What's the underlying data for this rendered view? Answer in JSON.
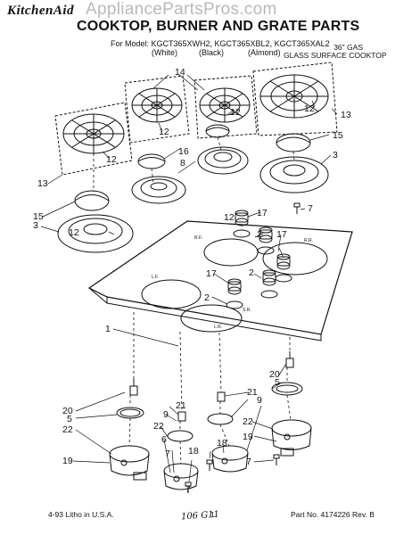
{
  "header": {
    "brand": "KitchenAid",
    "watermark": "AppliancePartsPros.com",
    "title": "COOKTOP, BURNER AND GRATE PARTS",
    "model_line": "For Model: KGCT365XWH2, KGCT365XBL2, KGCT365XAL2",
    "color_white": "(White)",
    "color_black": "(Black)",
    "color_almond": "(Almond)",
    "size": "36\" GAS",
    "description": "GLASS SURFACE COOKTOP"
  },
  "callouts": {
    "c14": "14",
    "c12": "12",
    "c13": "13",
    "c16": "16",
    "c15": "15",
    "c8": "8",
    "c3": "3",
    "c7": "7",
    "c17": "17",
    "c2": "2",
    "c1": "1",
    "c20": "20",
    "c5": "5",
    "c21": "21",
    "c9": "9",
    "c22": "22",
    "c19": "19",
    "c18": "18",
    "c6": "6"
  },
  "glass_labels": {
    "lf": "L.F.",
    "lr": "L.R.",
    "rr": "R.R.",
    "rf": "R.F.",
    "sr": "S.R."
  },
  "footer": {
    "litho": "4-93 Litho in U.S.A.",
    "page": "1",
    "part_no": "Part No. 4174226  Rev. B",
    "handwritten": "106 G11"
  }
}
